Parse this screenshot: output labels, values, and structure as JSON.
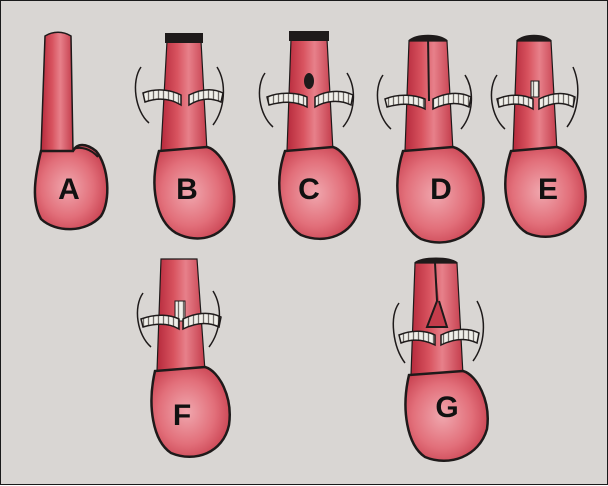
{
  "figure": {
    "panels": [
      {
        "label": "A",
        "hiatus_repair": false
      },
      {
        "label": "B",
        "hiatus_repair": true
      },
      {
        "label": "C",
        "hiatus_repair": true
      },
      {
        "label": "D",
        "hiatus_repair": true
      },
      {
        "label": "E",
        "hiatus_repair": true
      },
      {
        "label": "F",
        "hiatus_repair": true
      },
      {
        "label": "G",
        "hiatus_repair": true
      }
    ],
    "colors": {
      "paper": "#d9d6d3",
      "tissue": "#d8535f",
      "tissue_dark": "#b62a3c",
      "tissue_light": "#ee9aa2",
      "outline": "#1e1a1a",
      "suture": "#f0efe9"
    }
  }
}
